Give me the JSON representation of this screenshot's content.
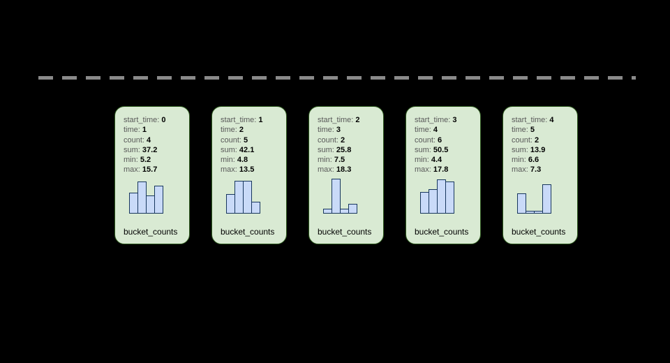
{
  "colors": {
    "background": "#000000",
    "card_fill": "#d9ead3",
    "card_border": "#2e5b1e",
    "bar_fill": "#c9daf8",
    "bar_border": "#17365d",
    "dash": "#8a8a8a",
    "field_label": "#595959",
    "field_value": "#000000"
  },
  "timeline": {
    "style": "dashed"
  },
  "cards": [
    {
      "caption": "bucket_counts",
      "fields": [
        {
          "key": "start_time",
          "label": "start_time:",
          "value": "0"
        },
        {
          "key": "time",
          "label": "time:",
          "value": "1"
        },
        {
          "key": "count",
          "label": "count:",
          "value": "4"
        },
        {
          "key": "sum",
          "label": "sum:",
          "value": "37.2"
        },
        {
          "key": "min",
          "label": "min:",
          "value": "5.2"
        },
        {
          "key": "max",
          "label": "max:",
          "value": "15.7"
        }
      ],
      "bars": [
        60,
        92,
        52,
        80
      ]
    },
    {
      "caption": "bucket_counts",
      "fields": [
        {
          "key": "start_time",
          "label": "start_time:",
          "value": "1"
        },
        {
          "key": "time",
          "label": "time:",
          "value": "2"
        },
        {
          "key": "count",
          "label": "count:",
          "value": "5"
        },
        {
          "key": "sum",
          "label": "sum:",
          "value": "42.1"
        },
        {
          "key": "min",
          "label": "min:",
          "value": "4.8"
        },
        {
          "key": "max",
          "label": "max:",
          "value": "13.5"
        }
      ],
      "bars": [
        56,
        94,
        94,
        34
      ]
    },
    {
      "caption": "bucket_counts",
      "fields": [
        {
          "key": "start_time",
          "label": "start_time:",
          "value": "2"
        },
        {
          "key": "time",
          "label": "time:",
          "value": "3"
        },
        {
          "key": "count",
          "label": "count:",
          "value": "2"
        },
        {
          "key": "sum",
          "label": "sum:",
          "value": "25.8"
        },
        {
          "key": "min",
          "label": "min:",
          "value": "7.5"
        },
        {
          "key": "max",
          "label": "max:",
          "value": "18.3"
        }
      ],
      "bars": [
        14,
        100,
        14,
        28
      ]
    },
    {
      "caption": "bucket_counts",
      "fields": [
        {
          "key": "start_time",
          "label": "start_time:",
          "value": "3"
        },
        {
          "key": "time",
          "label": "time:",
          "value": "4"
        },
        {
          "key": "count",
          "label": "count:",
          "value": "6"
        },
        {
          "key": "sum",
          "label": "sum:",
          "value": "50.5"
        },
        {
          "key": "min",
          "label": "min:",
          "value": "4.4"
        },
        {
          "key": "max",
          "label": "max:",
          "value": "17.8"
        }
      ],
      "bars": [
        62,
        70,
        98,
        92
      ]
    },
    {
      "caption": "bucket_counts",
      "fields": [
        {
          "key": "start_time",
          "label": "start_time:",
          "value": "4"
        },
        {
          "key": "time",
          "label": "time:",
          "value": "5"
        },
        {
          "key": "count",
          "label": "count:",
          "value": "2"
        },
        {
          "key": "sum",
          "label": "sum:",
          "value": "13.9"
        },
        {
          "key": "min",
          "label": "min:",
          "value": "6.6"
        },
        {
          "key": "max",
          "label": "max:",
          "value": "7.3"
        }
      ],
      "bars": [
        58,
        8,
        8,
        84
      ]
    }
  ]
}
